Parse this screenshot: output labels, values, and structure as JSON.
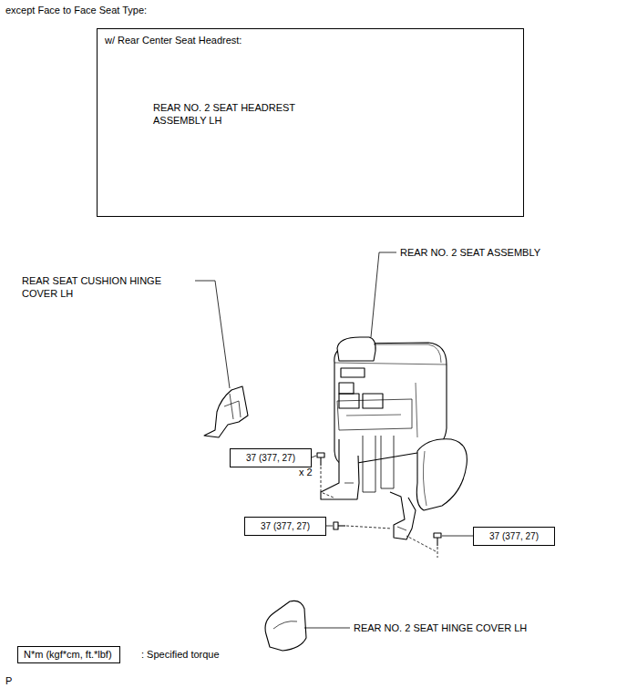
{
  "diagram": {
    "title": "except Face to Face Seat Type:",
    "nodes": [
      {
        "text": [
          "w/ Rear Center Seat Headrest:"
        ]
      },
      {
        "text": [
          "37 (377, 27)"
        ]
      },
      {
        "text": [
          "37 (377, 27)"
        ]
      },
      {
        "text": [
          "37 (377, 27)"
        ]
      },
      {
        "text": [
          "N*m (kgf*cm, ft.*lbf)"
        ]
      }
    ],
    "labels": [
      "REAR NO. 2 SEAT HEADREST ASSEMBLY LH",
      "REAR NO. 2 SEAT ASSEMBLY",
      "REAR SEAT CUSHION HINGE COVER LH",
      "x 2",
      "REAR NO. 2 SEAT HINGE COVER LH",
      ": Specified torque",
      "P"
    ]
  }
}
